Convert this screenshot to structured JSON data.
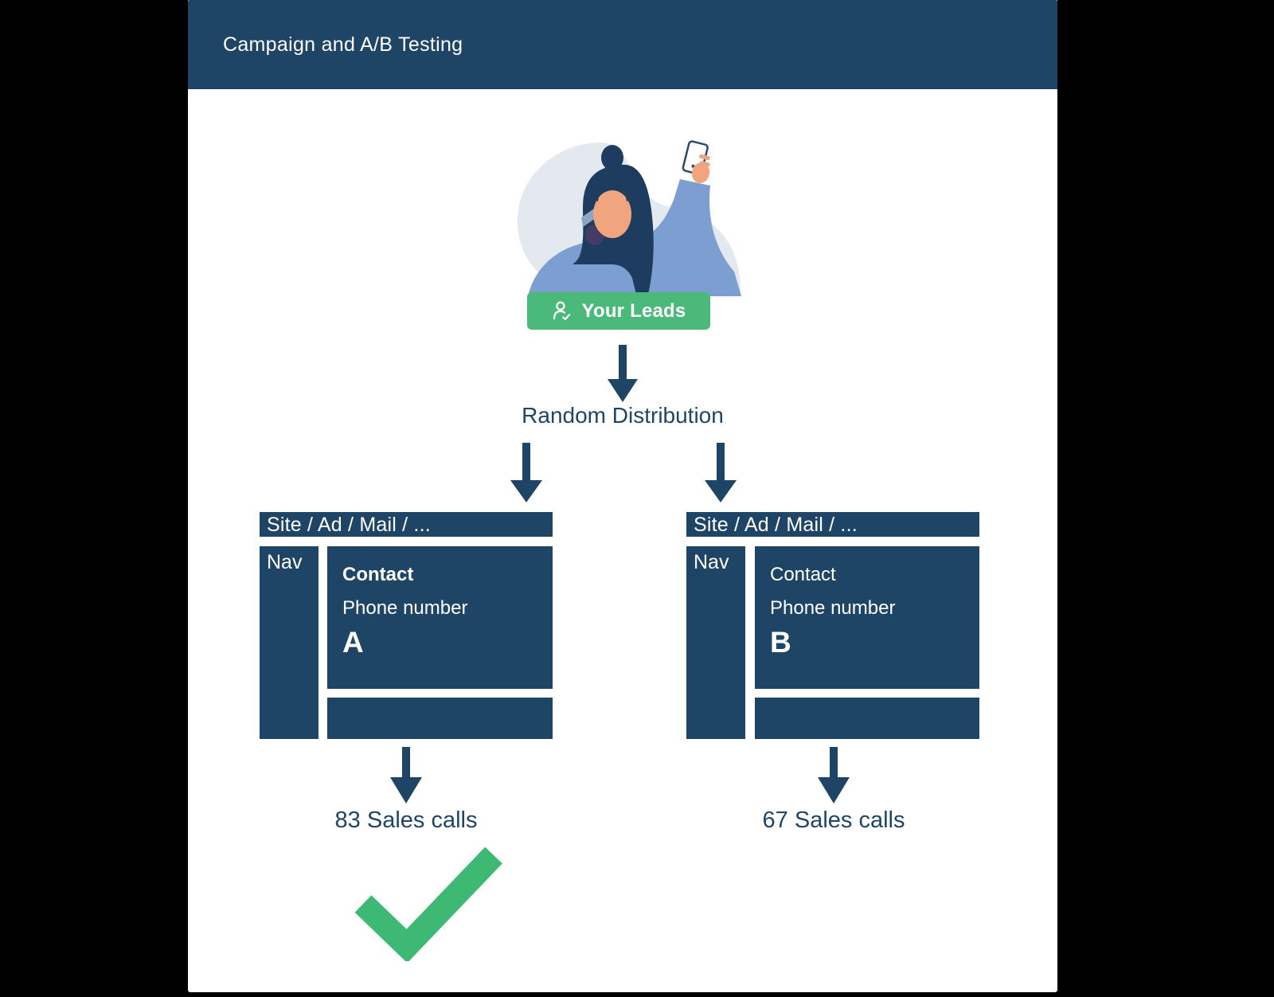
{
  "colors": {
    "navy": "#1f4566",
    "button_green": "#4ab97a",
    "check_green": "#3db974",
    "page_bg": "#000000",
    "card_bg": "#ffffff"
  },
  "header": {
    "title": "Campaign and A/B Testing"
  },
  "leads_badge": {
    "label": "Your Leads",
    "icon": "user-check-icon"
  },
  "flow": {
    "distribution_label": "Random Distribution"
  },
  "variants": [
    {
      "name": "A",
      "browser_bar": "Site / Ad / Mail / ...",
      "nav": "Nav",
      "line1": "Contact",
      "line2": "Phone number",
      "letter": "A",
      "result": "83 Sales calls",
      "winner": true
    },
    {
      "name": "B",
      "browser_bar": "Site / Ad / Mail / ...",
      "nav": "Nav",
      "line1": "Contact",
      "line2": "Phone number",
      "letter": "B",
      "result": "67 Sales calls",
      "winner": false
    }
  ]
}
